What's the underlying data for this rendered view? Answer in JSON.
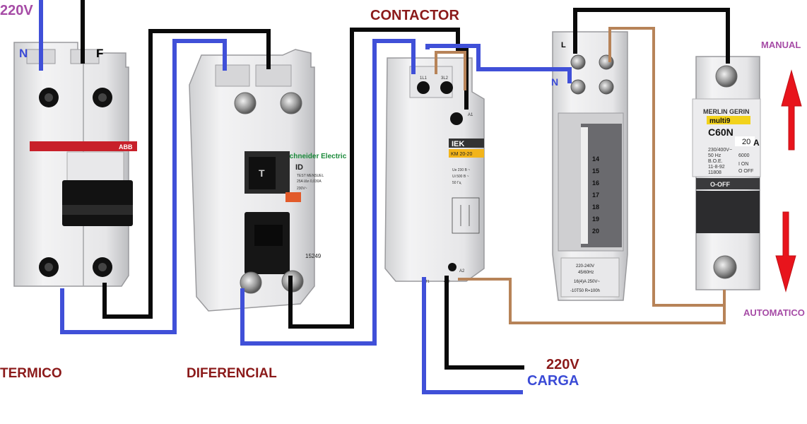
{
  "top_left_voltage": "220V",
  "neutral_label": "N",
  "phase_label": "F",
  "contactor_title": "CONTACTOR",
  "timer_L": "L",
  "timer_N": "N",
  "manual_label": "MANUAL",
  "automatic_label": "AUTOMATICO",
  "termico_label": "TERMICO",
  "diferencial_label": "DIFERENCIAL",
  "bottom_voltage": "220V",
  "carga_label": "CARGA",
  "breaker_brand": "ABB",
  "rcd_brand": "Schneider Electric",
  "rcd_model": "ID",
  "rcd_test": "TEST MENSUEL",
  "rcd_rating": "25A IΔn 0,030A",
  "rcd_voltage": "230V~",
  "rcd_code": "15249",
  "contactor_brand": "IEK",
  "contactor_model": "KM 20-20",
  "contactor_specs": [
    "Ue 230 B ~",
    "Ui 500 B ~",
    "50 Гц"
  ],
  "contactor_top_terminals": [
    "1L1",
    "3L2"
  ],
  "contactor_a1": "A1",
  "contactor_a2": "A2",
  "contactor_bottom_terminals": [
    "2T1",
    "4T2"
  ],
  "timer_specs": [
    "220-240V",
    "45/60Hz",
    "16(4)A 250V~",
    "-10T50  R=100h"
  ],
  "timer_dial": [
    "14",
    "15",
    "16",
    "17",
    "18",
    "19",
    "20"
  ],
  "mcb_brand": "MERLIN GERIN",
  "mcb_series": "multi9",
  "mcb_model": "C60N",
  "mcb_rating_value": "20",
  "mcb_rating_unit": "A",
  "mcb_specs": [
    "230/400V~",
    "50 Hz",
    "B.O.E.",
    "11-8-92",
    "11808"
  ],
  "mcb_specs_right": [
    "6000",
    "I ON",
    "O OFF"
  ],
  "mcb_state": "O-OFF",
  "colors": {
    "wire_black": "#0a0a0a",
    "wire_blue": "#4050d8",
    "wire_brown": "#b78358",
    "arrow_red": "#e8141c",
    "label_dark": "#8b1a1a",
    "label_blue": "#3b4bd6",
    "label_purple": "#a64ca6"
  }
}
